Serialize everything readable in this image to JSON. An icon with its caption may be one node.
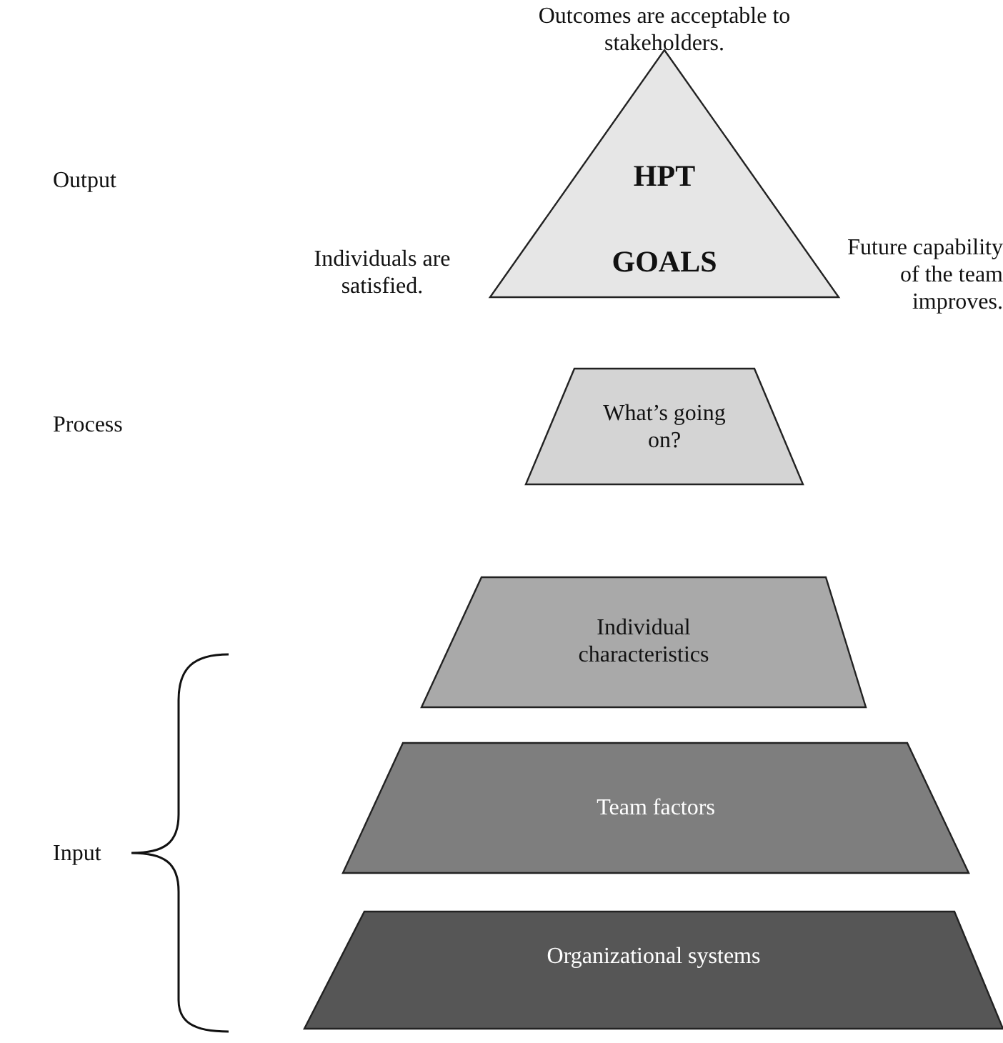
{
  "diagram": {
    "nodes": [
      {
        "text": [
          "HPT",
          "GOALS"
        ],
        "beside": [
          "Outcomes are acceptable to stakeholders.",
          "Individuals are satisfied.",
          "Future capability of the team improves."
        ]
      },
      {
        "text": [
          "What’s going on?"
        ]
      },
      {
        "text": [
          "Individual characteristics"
        ]
      },
      {
        "text": [
          "Team factors"
        ]
      },
      {
        "text": [
          "Organizational systems"
        ]
      }
    ],
    "labels": [
      "Output",
      "Process",
      "Input"
    ]
  }
}
